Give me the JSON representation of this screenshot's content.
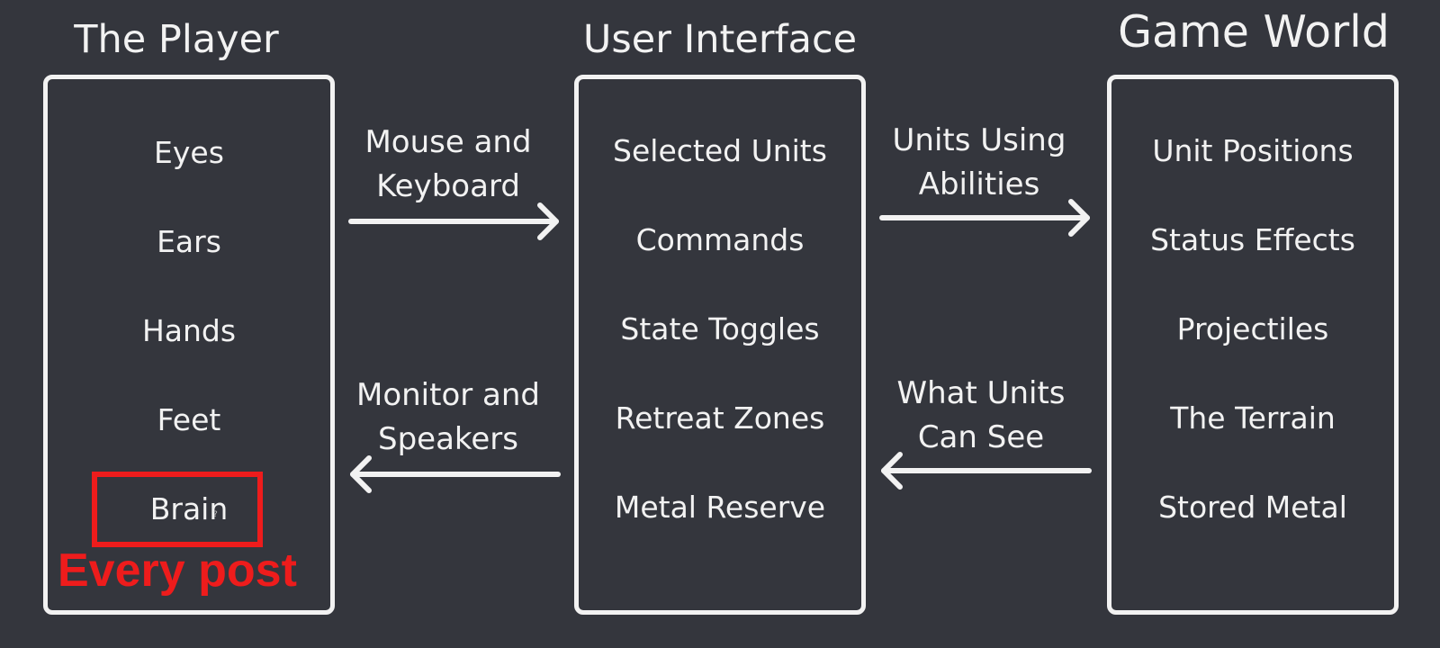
{
  "columns": [
    {
      "title": "The Player",
      "items": [
        "Eyes",
        "Ears",
        "Hands",
        "Feet",
        "Brain"
      ]
    },
    {
      "title": "User Interface",
      "items": [
        "Selected Units",
        "Commands",
        "State Toggles",
        "Retreat Zones",
        "Metal Reserve"
      ]
    },
    {
      "title": "Game World",
      "items": [
        "Unit Positions",
        "Status Effects",
        "Projectiles",
        "The Terrain",
        "Stored Metal"
      ]
    }
  ],
  "edges": [
    {
      "from": "The Player",
      "to": "User Interface",
      "label_lines": [
        "Mouse and",
        "Keyboard"
      ]
    },
    {
      "from": "User Interface",
      "to": "The Player",
      "label_lines": [
        "Monitor and",
        "Speakers"
      ]
    },
    {
      "from": "User Interface",
      "to": "Game World",
      "label_lines": [
        "Units Using",
        "Abilities"
      ]
    },
    {
      "from": "Game World",
      "to": "User Interface",
      "label_lines": [
        "What Units",
        "Can See"
      ]
    }
  ],
  "annotation": {
    "text": "Every post",
    "color": "#ee1c1c",
    "highlighted_item": "Brain"
  },
  "colors": {
    "background": "#34363d",
    "foreground": "#f2f2f2",
    "annotation": "#ee1c1c"
  }
}
